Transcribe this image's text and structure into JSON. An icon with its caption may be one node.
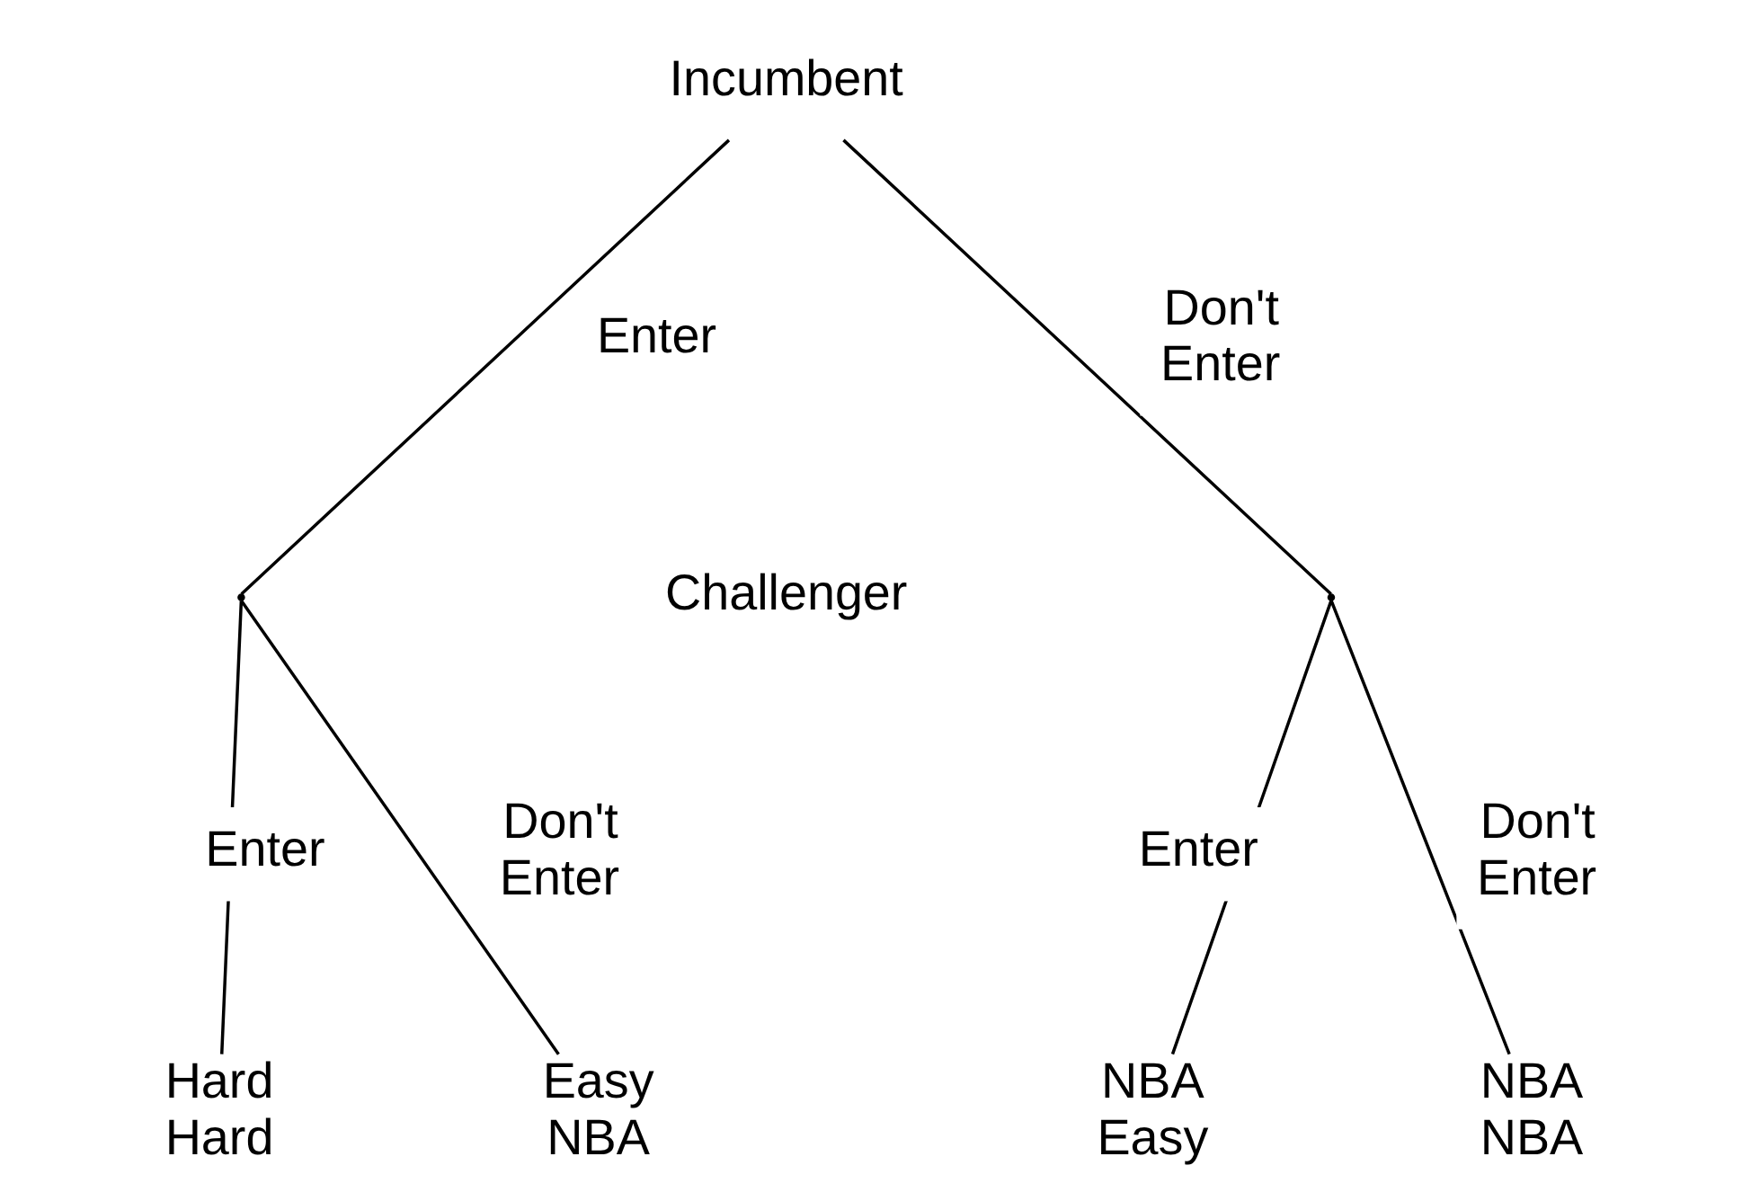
{
  "diagram": {
    "nodes": [
      {
        "text": [
          "Incumbent"
        ]
      },
      {
        "text": [],
        "shape": "point"
      },
      {
        "text": [],
        "shape": "point"
      },
      {
        "text": [
          "Hard",
          "Hard"
        ]
      },
      {
        "text": [
          "Easy",
          "NBA"
        ]
      },
      {
        "text": [
          "NBA",
          "Easy"
        ]
      },
      {
        "text": [
          "NBA",
          "NBA"
        ]
      }
    ],
    "edges": [
      {
        "from": 0,
        "to": 1,
        "arrow": "none",
        "label": "Enter"
      },
      {
        "from": 0,
        "to": 2,
        "arrow": "none",
        "label": "Don't Enter"
      },
      {
        "from": 1,
        "to": 3,
        "arrow": "none",
        "label": "Enter"
      },
      {
        "from": 1,
        "to": 4,
        "arrow": "none",
        "label": "Don't Enter"
      },
      {
        "from": 2,
        "to": 5,
        "arrow": "none",
        "label": "Enter"
      },
      {
        "from": 2,
        "to": 6,
        "arrow": "none",
        "label": "Don't Enter"
      }
    ],
    "labels": [
      "Challenger"
    ]
  }
}
